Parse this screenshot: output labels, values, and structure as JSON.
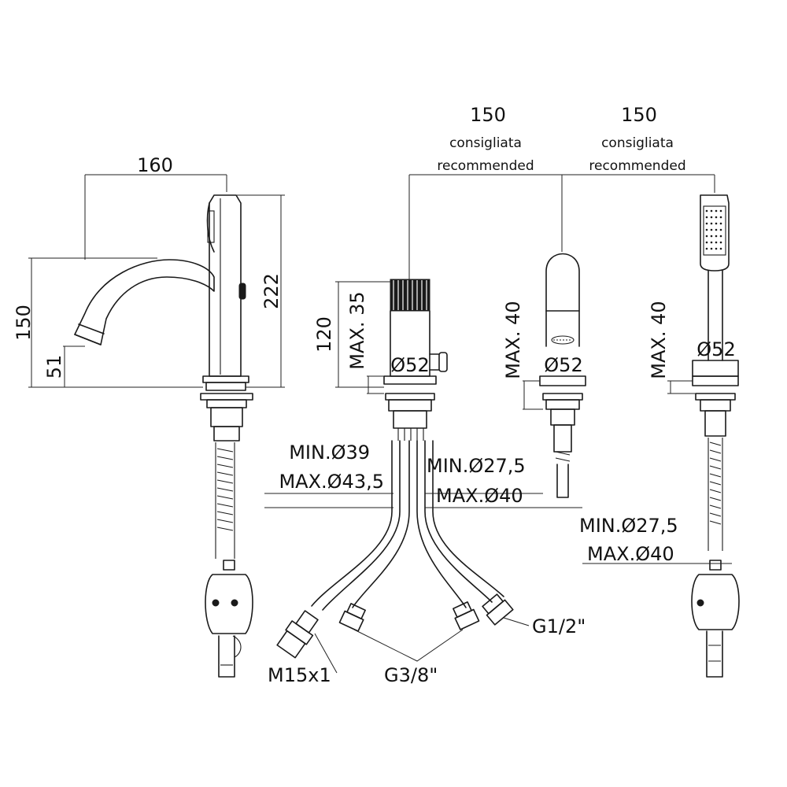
{
  "dimensions": {
    "spout_reach": "160",
    "spout_height_total": "222",
    "spout_height_outlet": "150",
    "spout_base_height": "51",
    "spacing_1": "150",
    "spacing_2": "150",
    "spacing_note_it_1": "consigliata",
    "spacing_note_en_1": "recommended",
    "spacing_note_it_2": "consigliata",
    "spacing_note_en_2": "recommended",
    "diverter_height": "120",
    "deck_max_1": "MAX. 35",
    "deck_max_2": "MAX. 40",
    "deck_max_3": "MAX. 40",
    "base_dia_1": "Ø52",
    "base_dia_2": "Ø52",
    "base_dia_3": "Ø52",
    "hole_min_1": "MIN.Ø39",
    "hole_max_1": "MAX.Ø43,5",
    "hole_min_2": "MIN.Ø27,5",
    "hole_max_2": "MAX.Ø40",
    "hole_min_3": "MIN.Ø27,5",
    "hole_max_3": "MAX.Ø40"
  },
  "connections": {
    "thread_1": "M15x1",
    "thread_2": "G3/8\"",
    "thread_3": "G1/2\""
  }
}
